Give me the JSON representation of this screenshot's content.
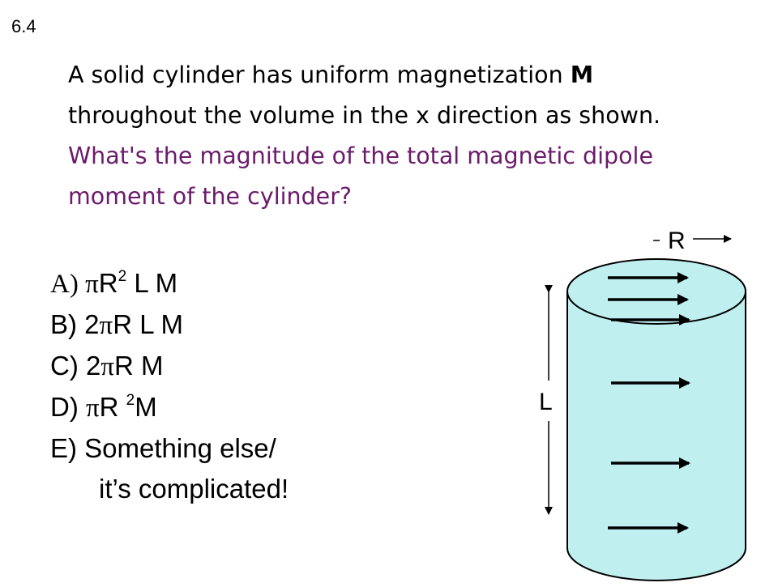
{
  "slide_number": "6.4",
  "question": {
    "part1": "A solid cylinder has uniform magnetization ",
    "bold": "M",
    "part2": " throughout the volume in the x direction as shown. ",
    "highlight": "What's the magnitude of the total magnetic dipole moment of the cylinder?",
    "highlight_color": "#6b1b6b"
  },
  "choices": {
    "a": {
      "prefix": "A) ",
      "pi": "π",
      "r": "R",
      "sup": "2",
      "rest": " L M"
    },
    "b": {
      "prefix": "B) 2",
      "pi": "π",
      "rest": "R L M"
    },
    "c": {
      "prefix": "C) 2",
      "pi": "π",
      "rest": "R M"
    },
    "d": {
      "prefix": "D) ",
      "pi": "π",
      "r": "R ",
      "sup": "2",
      "rest": "M"
    },
    "e_line1": "E) Something else/",
    "e_line2": "it’s complicated!"
  },
  "diagram": {
    "radius_label": "R",
    "length_label": "L",
    "cylinder_fill": "#bfefef",
    "cylinder_stroke": "#000000",
    "arrow_count": 6
  }
}
